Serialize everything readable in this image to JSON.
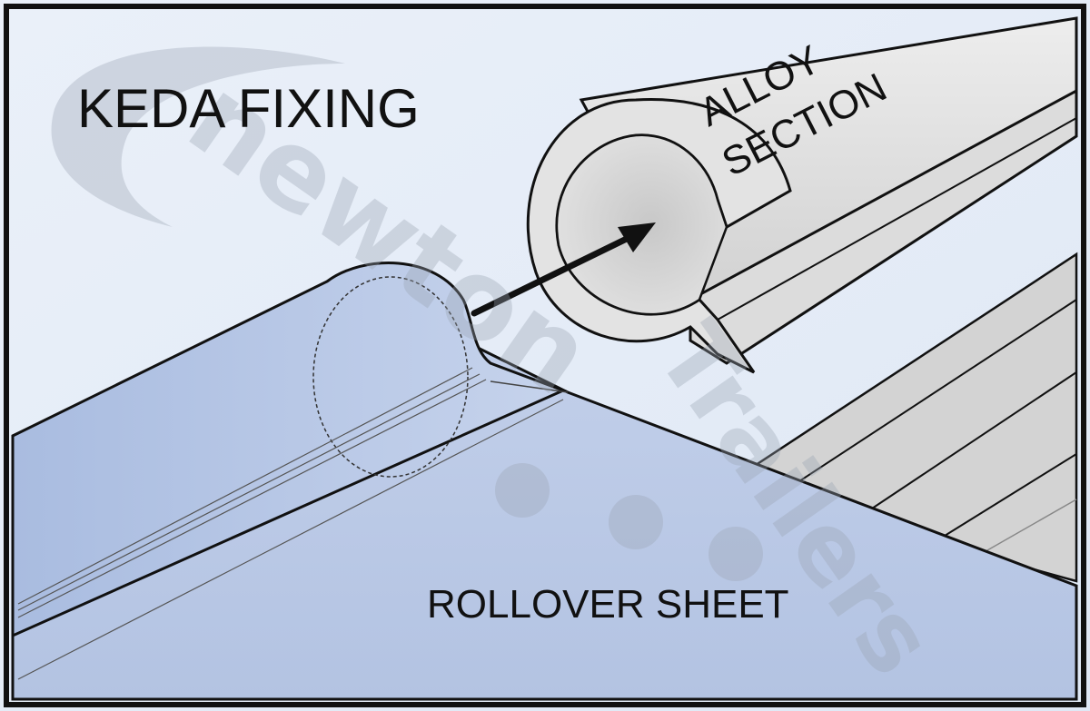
{
  "title": "KEDA FIXING",
  "labels": {
    "alloy_line1": "ALLOY",
    "alloy_line2": "SECTION",
    "sheet": "ROLLOVER SHEET"
  },
  "watermark": {
    "line1": "newton",
    "line2": "Trailers"
  },
  "colors": {
    "background": "#e6eef8",
    "sheet": "#b9c8e4",
    "sheet_light": "#c9d6ee",
    "alloy": "#d6d6d6",
    "alloy_light": "#ebebeb",
    "outline": "#111111",
    "watermark": "#9aa4b2"
  }
}
